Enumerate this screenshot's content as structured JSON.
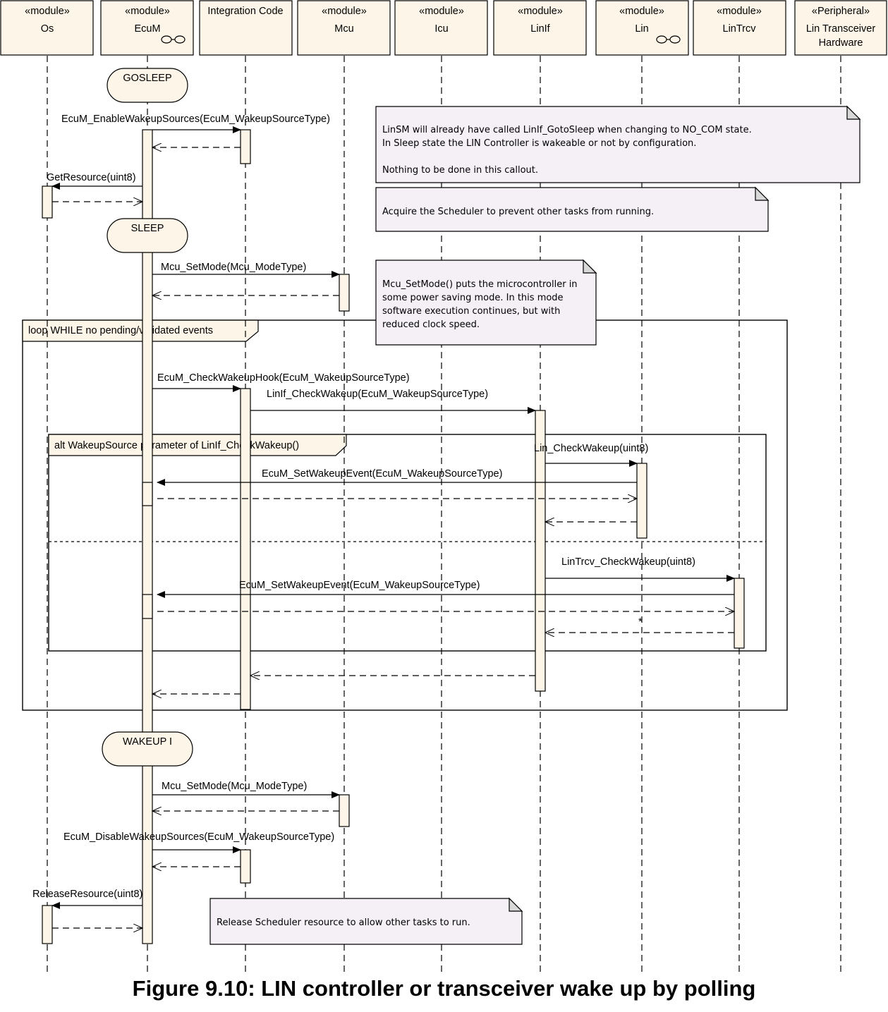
{
  "caption": "Figure 9.10: LIN controller or transceiver wake up by polling",
  "colors": {
    "lifeline_box": "#fdf6e8",
    "activation": "#fdf6e8",
    "note_fill": "#f4f0f6",
    "note_fold": "#d8d8d8",
    "frame_label": "#fdf6e8",
    "line": "#000000"
  },
  "lifelines": [
    {
      "id": "os",
      "stereotype": "«module»",
      "name": "Os",
      "subsystem_icon": false
    },
    {
      "id": "ecum",
      "stereotype": "«module»",
      "name": "EcuM",
      "subsystem_icon": true
    },
    {
      "id": "integ",
      "stereotype": "",
      "name": "Integration Code",
      "subsystem_icon": false
    },
    {
      "id": "mcu",
      "stereotype": "«module»",
      "name": "Mcu",
      "subsystem_icon": false
    },
    {
      "id": "icu",
      "stereotype": "«module»",
      "name": "Icu",
      "subsystem_icon": false
    },
    {
      "id": "linif",
      "stereotype": "«module»",
      "name": "LinIf",
      "subsystem_icon": false
    },
    {
      "id": "lin",
      "stereotype": "«module»",
      "name": "Lin",
      "subsystem_icon": true
    },
    {
      "id": "lintrcv",
      "stereotype": "«module»",
      "name": "LinTrcv",
      "subsystem_icon": false
    },
    {
      "id": "hw",
      "stereotype": "«Peripheral»",
      "name": "Lin Transceiver\nHardware",
      "subsystem_icon": false
    }
  ],
  "states": [
    "GOSLEEP",
    "SLEEP",
    "WAKEUP I"
  ],
  "fragments": {
    "loop": "loop WHILE no pending/validated events",
    "alt": "alt WakeupSource parameter of LinIf_CheckWakeup()"
  },
  "messages": [
    {
      "from": "ecum",
      "to": "integ",
      "kind": "call",
      "label": "EcuM_EnableWakeupSources(EcuM_WakeupSourceType)"
    },
    {
      "from": "integ",
      "to": "ecum",
      "kind": "return",
      "label": ""
    },
    {
      "from": "ecum",
      "to": "os",
      "kind": "call",
      "label": "GetResource(uint8)"
    },
    {
      "from": "os",
      "to": "ecum",
      "kind": "return",
      "label": ""
    },
    {
      "from": "ecum",
      "to": "mcu",
      "kind": "call",
      "label": "Mcu_SetMode(Mcu_ModeType)"
    },
    {
      "from": "mcu",
      "to": "ecum",
      "kind": "return",
      "label": ""
    },
    {
      "from": "ecum",
      "to": "integ",
      "kind": "call",
      "label": "EcuM_CheckWakeupHook(EcuM_WakeupSourceType)"
    },
    {
      "from": "integ",
      "to": "linif",
      "kind": "call",
      "label": "LinIf_CheckWakeup(EcuM_WakeupSourceType)"
    },
    {
      "from": "linif",
      "to": "lin",
      "kind": "call",
      "label": "Lin_CheckWakeup(uint8)"
    },
    {
      "from": "lin",
      "to": "ecum",
      "kind": "call",
      "label": "EcuM_SetWakeupEvent(EcuM_WakeupSourceType)"
    },
    {
      "from": "ecum",
      "to": "lin",
      "kind": "return",
      "label": ""
    },
    {
      "from": "lin",
      "to": "linif",
      "kind": "return",
      "label": ""
    },
    {
      "from": "linif",
      "to": "lintrcv",
      "kind": "call",
      "label": "LinTrcv_CheckWakeup(uint8)"
    },
    {
      "from": "lintrcv",
      "to": "ecum",
      "kind": "call",
      "label": "EcuM_SetWakeupEvent(EcuM_WakeupSourceType)"
    },
    {
      "from": "ecum",
      "to": "lintrcv",
      "kind": "return",
      "label": ""
    },
    {
      "from": "lintrcv",
      "to": "linif",
      "kind": "return",
      "label": "*"
    },
    {
      "from": "linif",
      "to": "integ",
      "kind": "return",
      "label": ""
    },
    {
      "from": "integ",
      "to": "ecum",
      "kind": "return",
      "label": ""
    },
    {
      "from": "ecum",
      "to": "mcu",
      "kind": "call",
      "label": "Mcu_SetMode(Mcu_ModeType)"
    },
    {
      "from": "mcu",
      "to": "ecum",
      "kind": "return",
      "label": ""
    },
    {
      "from": "ecum",
      "to": "integ",
      "kind": "call",
      "label": "EcuM_DisableWakeupSources(EcuM_WakeupSourceType)"
    },
    {
      "from": "integ",
      "to": "ecum",
      "kind": "return",
      "label": ""
    },
    {
      "from": "ecum",
      "to": "os",
      "kind": "call",
      "label": "ReleaseResource(uint8)"
    },
    {
      "from": "os",
      "to": "ecum",
      "kind": "return",
      "label": ""
    }
  ],
  "notes": [
    {
      "lines": [
        "LinSM will already have called LinIf_GotoSleep when changing to NO_COM state.",
        "In Sleep state the LIN Controller is wakeable or not by configuration.",
        "",
        "Nothing to be done in this callout."
      ]
    },
    {
      "lines": [
        "Acquire the Scheduler to prevent other tasks from running."
      ]
    },
    {
      "lines": [
        "Mcu_SetMode() puts the microcontroller in",
        "some power saving mode. In this mode",
        "software execution continues, but with",
        "reduced clock speed."
      ]
    },
    {
      "lines": [
        "Release Scheduler resource to allow other tasks to run."
      ]
    }
  ]
}
